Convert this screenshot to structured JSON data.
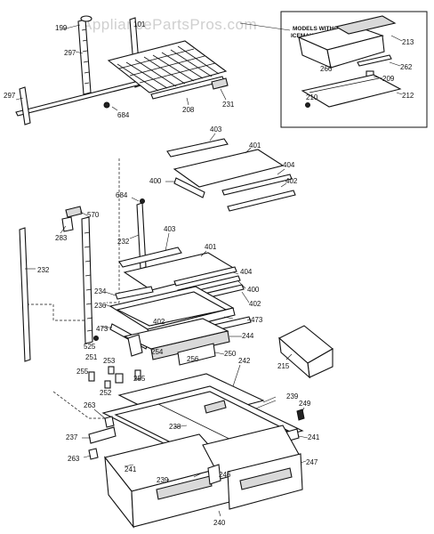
{
  "watermark": "AppliancePartsPros.com",
  "inset_note_line1": "MODELS WITHOUT",
  "inset_note_line2": "ICEMAKER ONLY",
  "labels": {
    "l199": "199",
    "l101": "101",
    "l297a": "297",
    "l297b": "297",
    "l684a": "684",
    "l208": "208",
    "l231": "231",
    "l266": "266",
    "l213": "213",
    "l262": "262",
    "l209": "209",
    "l212": "212",
    "l210": "210",
    "l403a": "403",
    "l401a": "401",
    "l404a": "404",
    "l400a": "400",
    "l402a": "402",
    "l684b": "684",
    "l570": "570",
    "l283": "283",
    "l232a": "232",
    "l232b": "232",
    "l403b": "403",
    "l401b": "401",
    "l404b": "404",
    "l400b": "400",
    "l402b": "402",
    "l234": "234",
    "l236": "236",
    "l402c": "402",
    "l473a": "473",
    "l473b": "473",
    "l525": "525",
    "l244": "244",
    "l254": "254",
    "l256": "256",
    "l250": "250",
    "l242": "242",
    "l215": "215",
    "l255a": "255",
    "l253": "253",
    "l251": "251",
    "l255b": "255",
    "l252": "252",
    "l239": "239",
    "l249": "249",
    "l263a": "263",
    "l238": "238",
    "l237": "237",
    "l241a": "241",
    "l263b": "263",
    "l241b": "241",
    "l246": "246",
    "l247": "247",
    "l239b": "239",
    "l240": "240"
  }
}
